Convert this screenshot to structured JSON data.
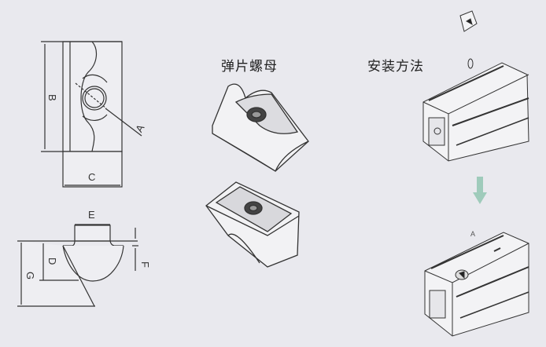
{
  "titles": {
    "spring_nut": "弹片螺母",
    "installation": "安装方法"
  },
  "dimension_labels": {
    "A": "A",
    "B": "B",
    "C": "C",
    "D": "D",
    "E": "E",
    "F": "F",
    "G": "G"
  },
  "install_label": "A",
  "colors": {
    "background": "#e9e9ee",
    "line": "#333333",
    "arrow": "#9fcbbb"
  }
}
